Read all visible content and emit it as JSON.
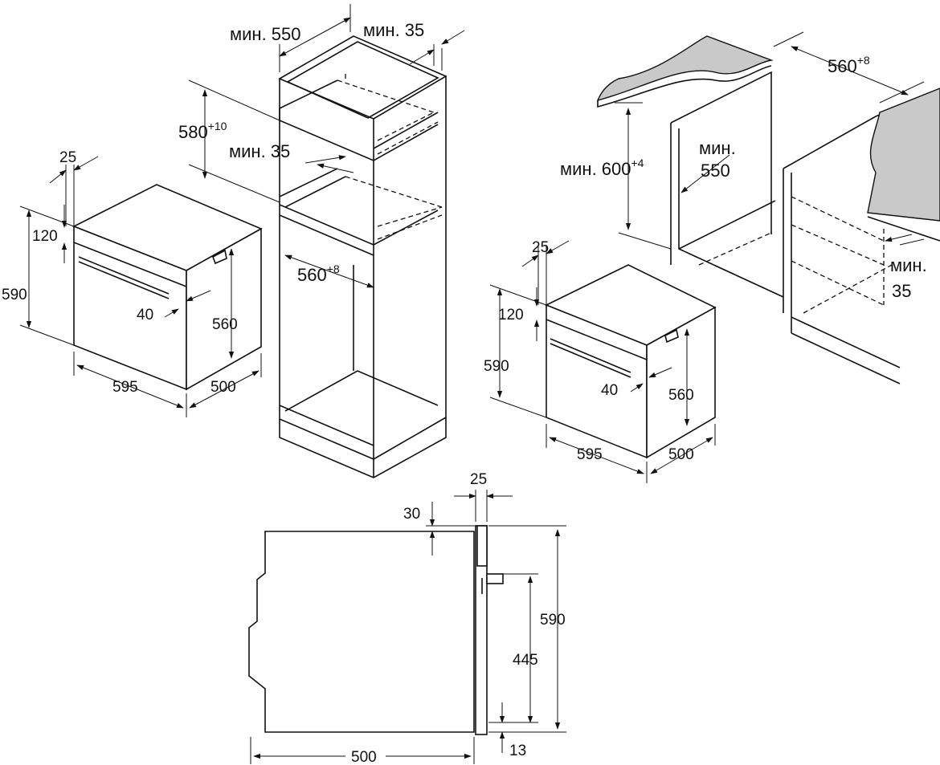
{
  "tall_cabinet": {
    "depth_label": "мин. 550",
    "gap_label": "мин. 35",
    "height_main": "580",
    "height_sup": "+10",
    "gap_label_2": "мин. 35",
    "width_main": "560",
    "width_sup": "+8"
  },
  "oven_left": {
    "top_offset": "25",
    "strip_height": "120",
    "total_height": "590",
    "handle_gap": "40",
    "body_height": "560",
    "width": "595",
    "depth": "500"
  },
  "undercounter": {
    "width_main": "560",
    "width_sup": "+8",
    "height_prefix": "мин. 600",
    "height_sup": "+4",
    "depth_line1": "мин.",
    "depth_line2": "550",
    "gap_line1": "мин.",
    "gap_line2": "35"
  },
  "oven_right": {
    "top_offset": "25",
    "strip_height": "120",
    "total_height": "590",
    "handle_gap": "40",
    "body_height": "560",
    "width": "595",
    "depth": "500"
  },
  "side_view": {
    "front_thickness": "25",
    "top_offset": "30",
    "total_height": "590",
    "inner_height": "445",
    "bottom_offset": "13",
    "depth": "500"
  }
}
